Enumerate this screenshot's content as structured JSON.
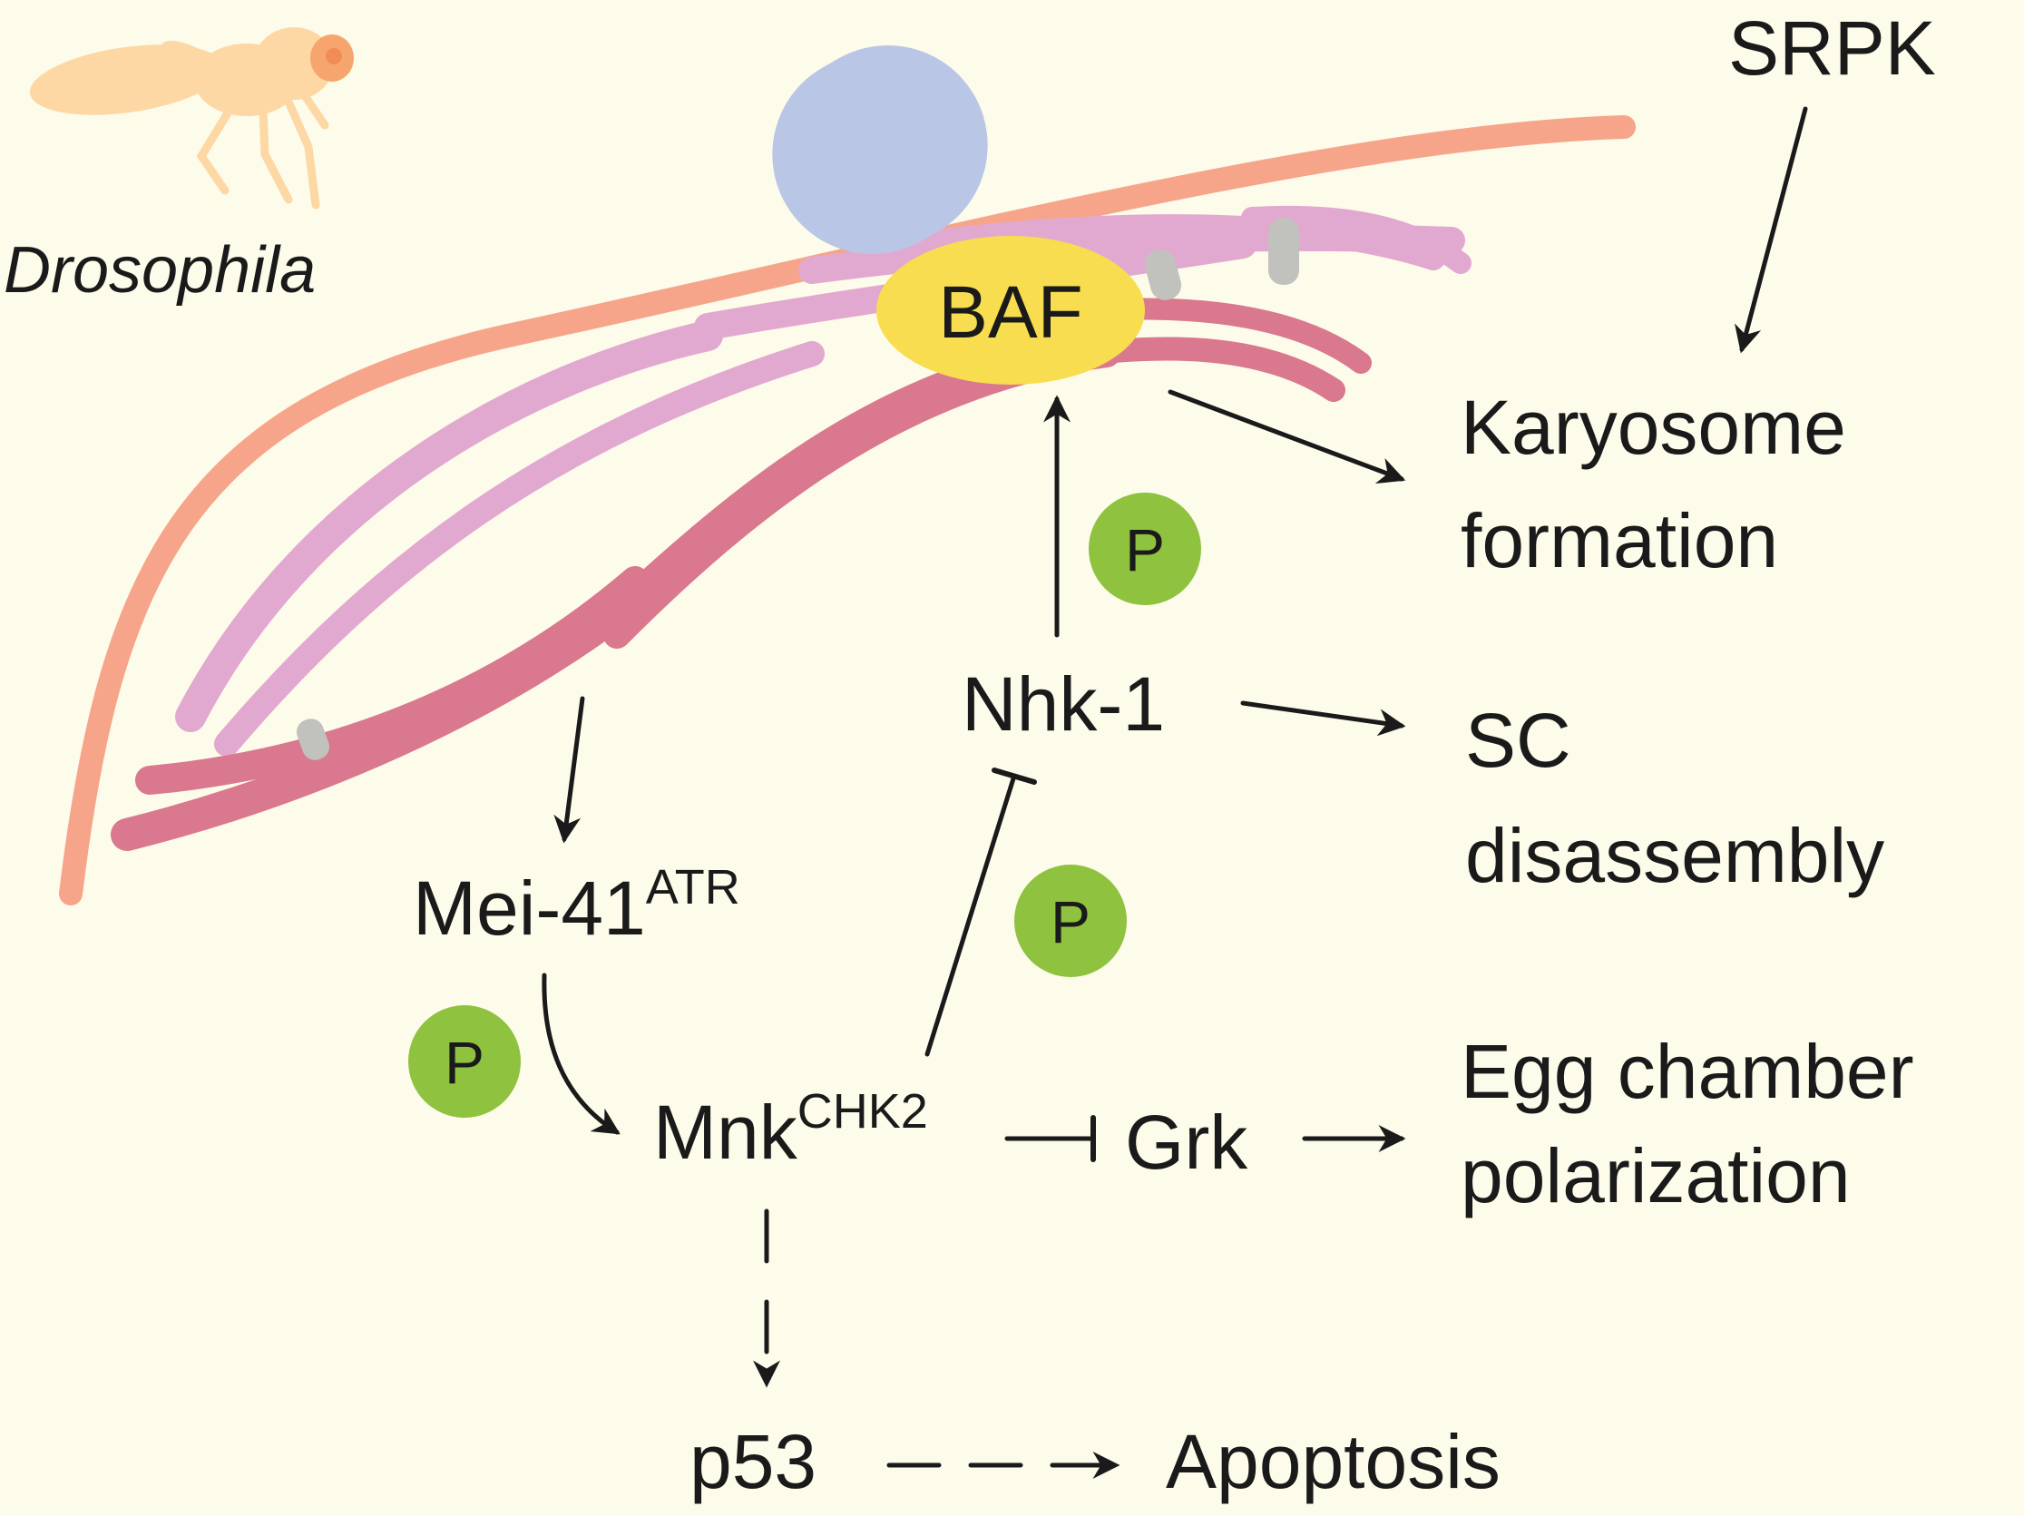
{
  "organism": {
    "label": "Drosophila",
    "colors": {
      "fly": "#fdd7a4",
      "eye": "#f7a56e"
    }
  },
  "colors": {
    "background": "#fdfbea",
    "nuclear_envelope": "#f6a58a",
    "chromosome_light": "#e2a9d0",
    "chromosome_dark": "#d9788e",
    "cohesin": "#c1c1bd",
    "nuclear_pore": "#b9c6e6",
    "baf": "#f7dd4f",
    "phospho": "#8fc23f",
    "arrow": "#1a1a1a"
  },
  "nodes": {
    "baf": {
      "label": "BAF"
    },
    "srpk": {
      "label": "SRPK"
    },
    "karyosome": {
      "line1": "Karyosome",
      "line2": "formation"
    },
    "nhk1": {
      "label": "Nhk-1"
    },
    "sc": {
      "line1": "SC",
      "line2": "disassembly"
    },
    "mei41": {
      "label": "Mei-41",
      "sup": "ATR"
    },
    "mnk": {
      "label": "Mnk",
      "sup": "CHK2"
    },
    "grk": {
      "label": "Grk"
    },
    "egg": {
      "line1": "Egg chamber",
      "line2": "polarization"
    },
    "p53": {
      "label": "p53"
    },
    "apoptosis": {
      "label": "Apoptosis"
    }
  },
  "phospho_label": "P",
  "edges": [
    {
      "from": "srpk",
      "to": "karyosome",
      "type": "activation"
    },
    {
      "from": "baf",
      "to": "karyosome",
      "type": "activation"
    },
    {
      "from": "nhk1",
      "to": "baf",
      "type": "activation",
      "phosphorylation": true
    },
    {
      "from": "nhk1",
      "to": "sc",
      "type": "activation"
    },
    {
      "from": "chromosomes",
      "to": "mei41",
      "type": "activation"
    },
    {
      "from": "mei41",
      "to": "mnk",
      "type": "activation",
      "phosphorylation": true
    },
    {
      "from": "mnk",
      "to": "nhk1",
      "type": "inhibition",
      "phosphorylation": true
    },
    {
      "from": "mnk",
      "to": "grk",
      "type": "inhibition"
    },
    {
      "from": "grk",
      "to": "egg",
      "type": "activation"
    },
    {
      "from": "mnk",
      "to": "p53",
      "type": "dashed-activation"
    },
    {
      "from": "p53",
      "to": "apoptosis",
      "type": "dashed-activation"
    }
  ]
}
